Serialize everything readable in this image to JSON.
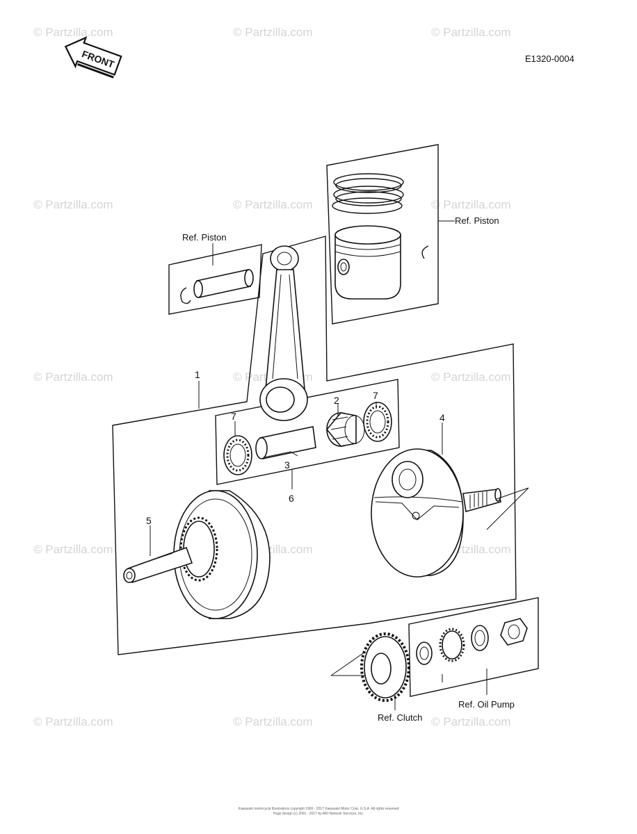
{
  "diagram_code": "E1320-0004",
  "front_label": "FRONT",
  "watermark": "© Partzilla.com",
  "callouts": {
    "c1": "1",
    "c2": "2",
    "c3": "3",
    "c4": "4",
    "c5": "5",
    "c6": "6",
    "c7a": "7",
    "c7b": "7"
  },
  "refs": {
    "piston_left": "Ref. Piston",
    "piston_right": "Ref. Piston",
    "clutch": "Ref. Clutch",
    "oil_pump": "Ref. Oil Pump"
  },
  "footer": {
    "line1": "Kawasaki motorcycle Illustrations copyright 1966 - 2017 Kawasaki Motor Corp. U.S.A. All rights reserved",
    "line2": "Page design (c) 2001 - 2017 by ARI Network Services, Inc."
  }
}
